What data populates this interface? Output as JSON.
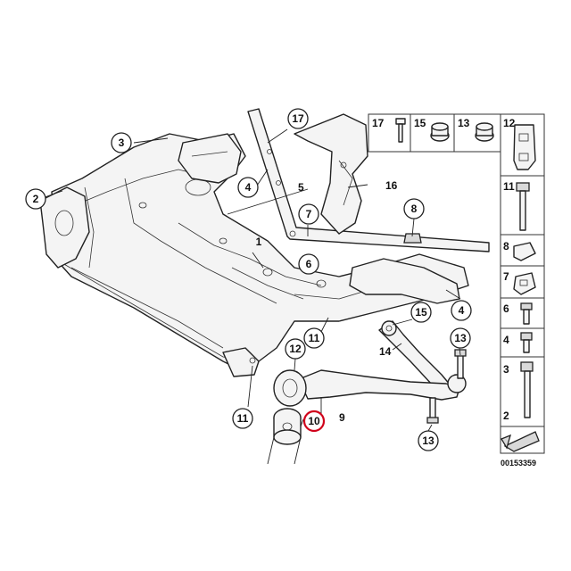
{
  "callouts": {
    "c2": "2",
    "c3": "3",
    "c4a": "4",
    "c5": "5",
    "c1": "1",
    "c16": "16",
    "c17": "17",
    "c7": "7",
    "c8": "8",
    "c6": "6",
    "c4b": "4",
    "c15": "15",
    "c14": "14",
    "c13a": "13",
    "c12": "12",
    "c11a": "11",
    "c10": "10",
    "c9": "9",
    "c11b": "11",
    "c13b": "13"
  },
  "legend": {
    "top": [
      "17",
      "15",
      "13",
      "12"
    ],
    "side": [
      "11",
      "8",
      "7",
      "6",
      "4",
      "3",
      "2"
    ]
  },
  "diagram_code": "00153359",
  "highlight_color": "#d0021b"
}
